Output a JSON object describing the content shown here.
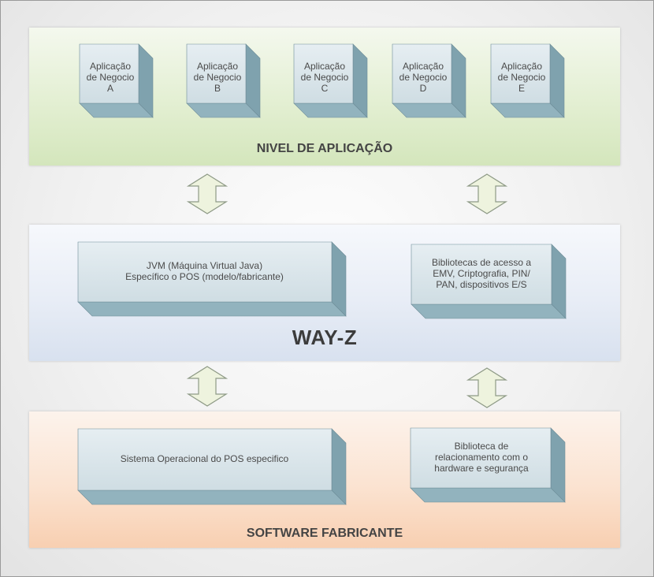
{
  "colors": {
    "box_front": "#cfdde3",
    "box_top": "#e6eef2",
    "box_side": "#7fa2ae",
    "arrow_fill": "#eef3de",
    "arrow_stroke": "#8e9a86"
  },
  "layers": {
    "application": {
      "title": "NIVEL DE APLICAÇÃO",
      "apps": [
        {
          "line1": "Aplicação",
          "line2": "de Negocio",
          "line3": "A"
        },
        {
          "line1": "Aplicação",
          "line2": "de Negocio",
          "line3": "B"
        },
        {
          "line1": "Aplicação",
          "line2": "de Negocio",
          "line3": "C"
        },
        {
          "line1": "Aplicação",
          "line2": "de Negocio",
          "line3": "D"
        },
        {
          "line1": "Aplicação",
          "line2": "de Negocio",
          "line3": "E"
        }
      ]
    },
    "wayz": {
      "title": "WAY-Z",
      "jvm": {
        "line1": "JVM (Máquina Virtual Java)",
        "line2": "Específico o POS (modelo/fabricante)"
      },
      "libs": {
        "line1": "Bibliotecas de acesso a",
        "line2": "EMV, Criptografia, PIN/",
        "line3": "PAN, dispositivos E/S"
      }
    },
    "software": {
      "title": "SOFTWARE FABRICANTE",
      "os": {
        "line1": "Sistema Operacional do POS especifico"
      },
      "lib": {
        "line1": "Biblioteca de",
        "line2": "relacionamento com o",
        "line3": "hardware e segurança"
      }
    }
  }
}
